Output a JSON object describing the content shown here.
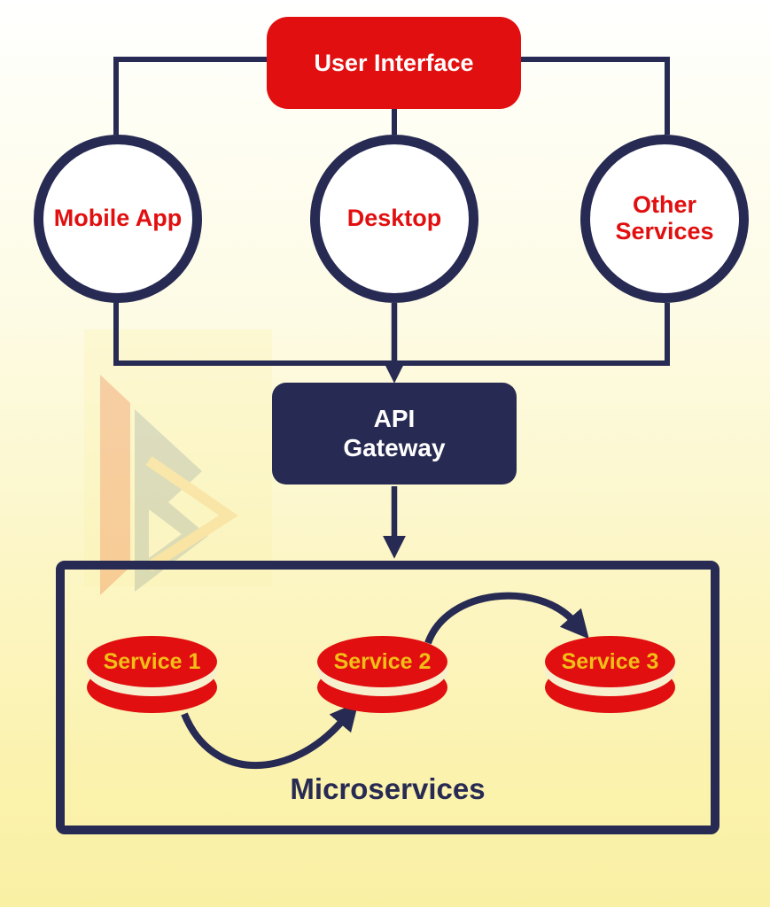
{
  "colors": {
    "node_red": "#e10f0f",
    "line_navy": "#272a52",
    "service_label_gold": "#f2bf17",
    "background_yellow": "#fbf2ae"
  },
  "nodes": {
    "user_interface": {
      "label": "User Interface"
    },
    "clients": [
      {
        "label": "Mobile App"
      },
      {
        "label": "Desktop"
      },
      {
        "label": "Other Services"
      }
    ],
    "api_gateway": {
      "line1": "API",
      "line2": "Gateway"
    },
    "microservices": {
      "label": "Microservices",
      "services": [
        {
          "label": "Service 1"
        },
        {
          "label": "Service 2"
        },
        {
          "label": "Service 3"
        }
      ]
    }
  }
}
